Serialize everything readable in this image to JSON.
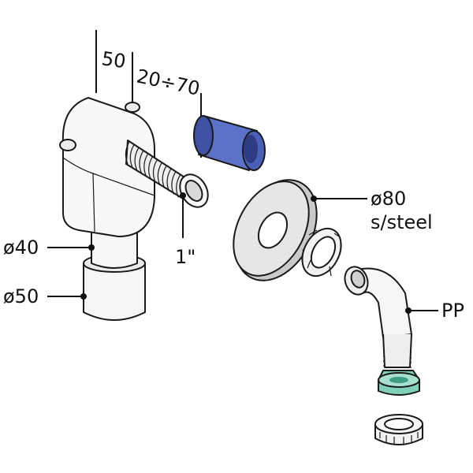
{
  "labels": {
    "dim_depth": "50",
    "dim_range": "20÷70",
    "thread": "1\"",
    "d40": "ø40",
    "d50": "ø50",
    "d80": "ø80",
    "material_steel": "s/steel",
    "material_pp": "PP"
  },
  "colors": {
    "part_fill": "#f6f6f6",
    "part_shade": "#dcdcdc",
    "cap_blue": "#5b72c8",
    "cap_blue_dark": "#2e3c86",
    "flange_grey": "#c9c9c9",
    "adapter_teal": "#7fcfb9",
    "adapter_teal_dark": "#3f9d86"
  }
}
